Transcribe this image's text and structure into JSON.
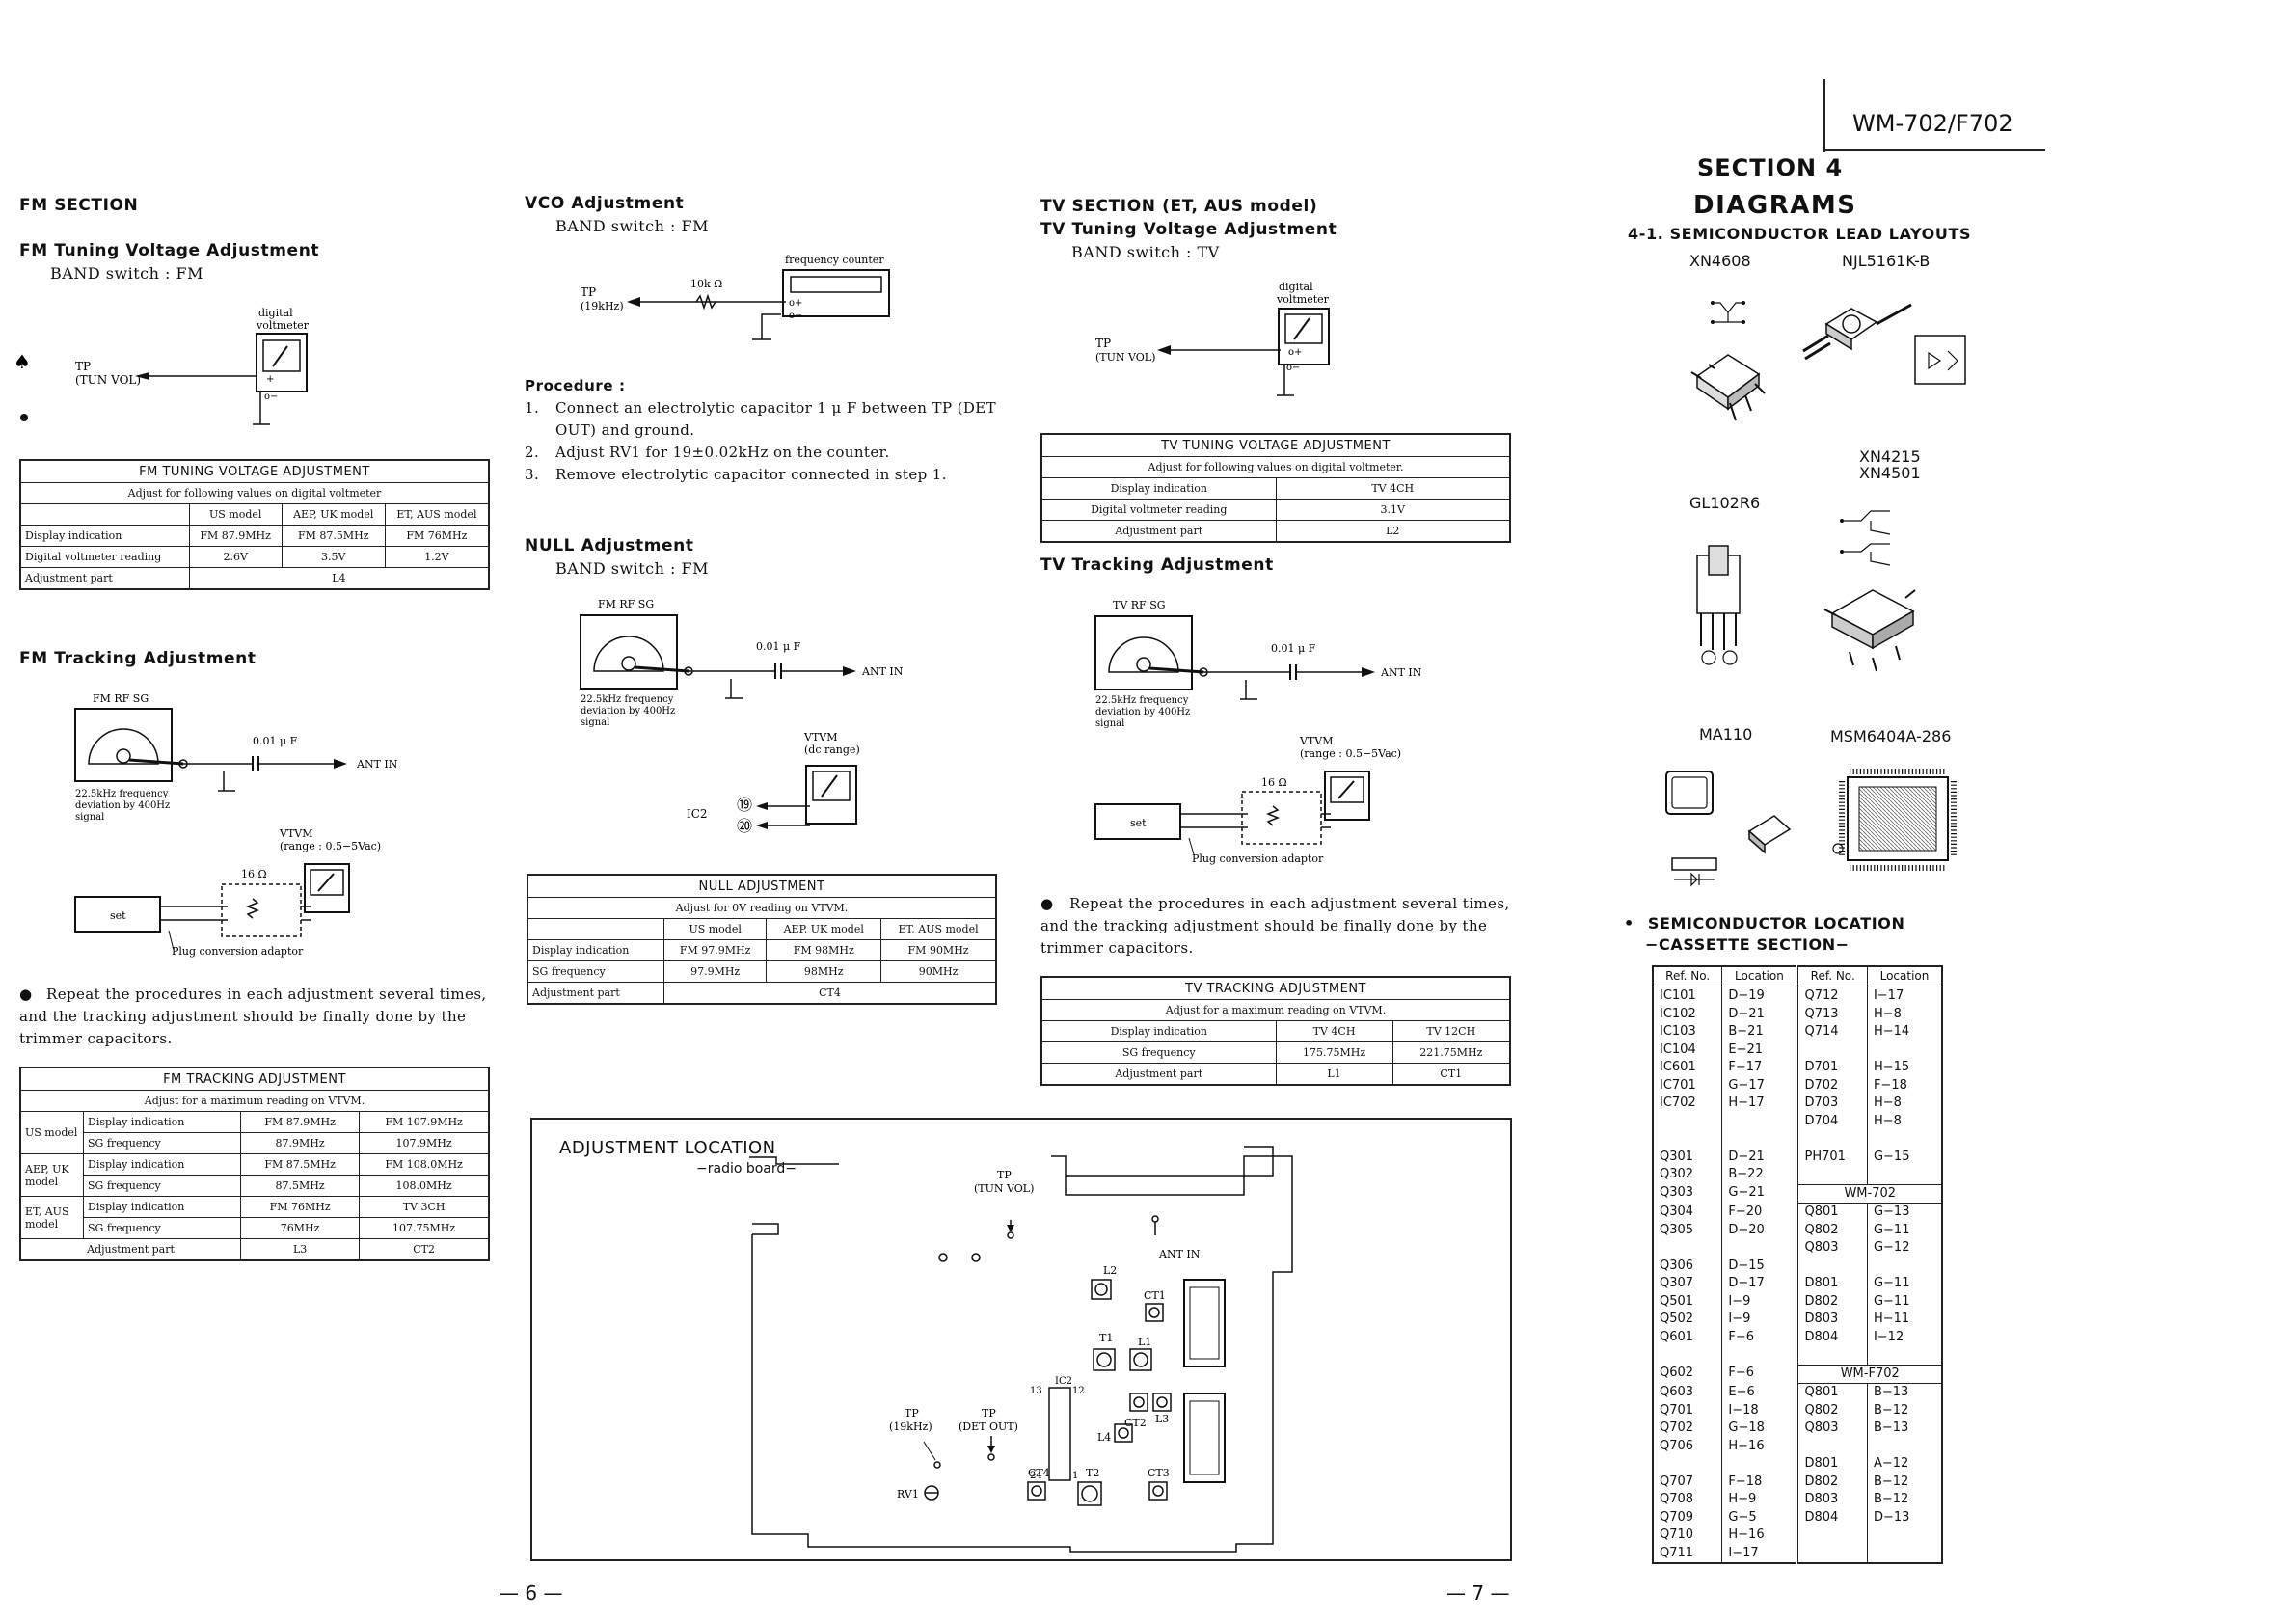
{
  "page": {
    "model": "WM-702/F702",
    "page_left": "— 6 —",
    "page_right": "— 7 —"
  },
  "fm": {
    "section": "FM SECTION",
    "tuning_title": "FM Tuning Voltage Adjustment",
    "tuning_band": "BAND switch : FM",
    "tp_label": "TP",
    "tp_sub": "(TUN VOL)",
    "meter_label_1": "digital",
    "meter_label_2": "voltmeter",
    "tuning_table": {
      "title": "FM TUNING VOLTAGE ADJUSTMENT",
      "subtitle": "Adjust for following values on digital voltmeter",
      "headers": [
        "US model",
        "AEP, UK model",
        "ET, AUS model"
      ],
      "rows": [
        [
          "Display indication",
          "FM 87.9MHz",
          "FM 87.5MHz",
          "FM 76MHz"
        ],
        [
          "Digital voltmeter reading",
          "2.6V",
          "3.5V",
          "1.2V"
        ]
      ],
      "part_label": "Adjustment part",
      "part_value": "L4"
    },
    "tracking_title": "FM Tracking Adjustment",
    "rf_sg": "FM RF SG",
    "cap": "0.01 μ F",
    "ant_in": "ANT IN",
    "sg_note_1": "22.5kHz frequency",
    "sg_note_2": "deviation by 400Hz",
    "sg_note_3": "signal",
    "vtvm": "VTVM",
    "vtvm_range": "(range : 0.5−5Vac)",
    "ohm": "16 Ω",
    "set": "set",
    "plug": "Plug conversion adaptor",
    "repeat_text": "Repeat the procedures in each adjustment several times, and the tracking adjustment should be finally done by the trimmer capacitors.",
    "tracking_table": {
      "title": "FM TRACKING ADJUSTMENT",
      "subtitle": "Adjust for a maximum reading on VTVM.",
      "groups": [
        {
          "model": "US model",
          "rows": [
            [
              "Display indication",
              "FM 87.9MHz",
              "FM 107.9MHz"
            ],
            [
              "SG frequency",
              "87.9MHz",
              "107.9MHz"
            ]
          ]
        },
        {
          "model": "AEP, UK model",
          "rows": [
            [
              "Display indication",
              "FM 87.5MHz",
              "FM 108.0MHz"
            ],
            [
              "SG frequency",
              "87.5MHz",
              "108.0MHz"
            ]
          ]
        },
        {
          "model": "ET, AUS model",
          "rows": [
            [
              "Display indication",
              "FM 76MHz",
              "TV 3CH"
            ],
            [
              "SG frequency",
              "76MHz",
              "107.75MHz"
            ]
          ]
        }
      ],
      "part_label": "Adjustment part",
      "parts": [
        "L3",
        "CT2"
      ]
    }
  },
  "vco": {
    "title": "VCO Adjustment",
    "band": "BAND switch : FM",
    "counter": "frequency counter",
    "tp": "TP",
    "tp_sub": "(19kHz)",
    "resistor": "10k Ω",
    "procedure_title": "Procedure :",
    "steps": [
      {
        "n": "1.",
        "text": "Connect an electrolytic capacitor 1 μ F between TP (DET OUT) and ground."
      },
      {
        "n": "2.",
        "text": "Adjust RV1 for 19±0.02kHz on the counter."
      },
      {
        "n": "3.",
        "text": "Remove electrolytic capacitor connected in step 1."
      }
    ]
  },
  "null": {
    "title": "NULL Adjustment",
    "band": "BAND switch : FM",
    "rf_sg": "FM RF SG",
    "cap": "0.01 μ F",
    "ant_in": "ANT IN",
    "sg_note_1": "22.5kHz frequency",
    "sg_note_2": "deviation by 400Hz",
    "sg_note_3": "signal",
    "vtvm": "VTVM",
    "vtvm_range": "(dc range)",
    "ic": "IC2",
    "pin_19": "⑲",
    "pin_20": "⑳",
    "table": {
      "title": "NULL ADJUSTMENT",
      "subtitle": "Adjust for 0V reading on VTVM.",
      "headers": [
        "US model",
        "AEP, UK model",
        "ET, AUS model"
      ],
      "rows": [
        [
          "Display indication",
          "FM 97.9MHz",
          "FM 98MHz",
          "FM 90MHz"
        ],
        [
          "SG frequency",
          "97.9MHz",
          "98MHz",
          "90MHz"
        ]
      ],
      "part_label": "Adjustment part",
      "part_value": "CT4"
    }
  },
  "tv": {
    "section": "TV SECTION (ET, AUS model)",
    "tuning_title": "TV Tuning Voltage Adjustment",
    "band": "BAND switch : TV",
    "meter_label_1": "digital",
    "meter_label_2": "voltmeter",
    "tp": "TP",
    "tp_sub": "(TUN VOL)",
    "tuning_table": {
      "title": "TV TUNING VOLTAGE ADJUSTMENT",
      "subtitle": "Adjust for following values on digital voltmeter.",
      "rows": [
        [
          "Display indication",
          "TV 4CH"
        ],
        [
          "Digital voltmeter reading",
          "3.1V"
        ],
        [
          "Adjustment part",
          "L2"
        ]
      ]
    },
    "tracking_title": "TV Tracking Adjustment",
    "rf_sg": "TV RF SG",
    "cap": "0.01 μ F",
    "ant_in": "ANT IN",
    "sg_note_1": "22.5kHz frequency",
    "sg_note_2": "deviation by 400Hz",
    "sg_note_3": "signal",
    "vtvm": "VTVM",
    "vtvm_range": "(range : 0.5−5Vac)",
    "ohm": "16 Ω",
    "set": "set",
    "plug": "Plug conversion adaptor",
    "repeat_text": "Repeat the procedures in each adjustment several times, and the tracking adjustment should be finally done by the trimmer capacitors.",
    "tracking_table": {
      "title": "TV TRACKING ADJUSTMENT",
      "subtitle": "Adjust for a maximum reading on VTVM.",
      "rows": [
        [
          "Display indication",
          "TV 4CH",
          "TV 12CH"
        ],
        [
          "SG frequency",
          "175.75MHz",
          "221.75MHz"
        ],
        [
          "Adjustment part",
          "L1",
          "CT1"
        ]
      ]
    }
  },
  "location": {
    "title": "ADJUSTMENT LOCATION",
    "subtitle": "−radio board−",
    "tp_tun": "TP",
    "tp_tun_sub": "(TUN VOL)",
    "ant_in": "ANT IN",
    "l2": "L2",
    "ct1": "CT1",
    "t1": "T1",
    "l1": "L1",
    "ic2": "IC2",
    "pin13": "13",
    "pin12": "12",
    "pin24": "24",
    "pin1": "1",
    "ct2": "CT2",
    "l3": "L3",
    "l4": "L4",
    "tp19": "TP",
    "tp19_sub": "(19kHz)",
    "tpdet": "TP",
    "tpdet_sub": "(DET OUT)",
    "rv1": "RV1",
    "ct4": "CT4",
    "t2": "T2",
    "ct3": "CT3"
  },
  "diagrams": {
    "section": "SECTION 4",
    "title": "DIAGRAMS",
    "sub_num": "4-1.",
    "sub_title": "SEMICONDUCTOR LEAD LAYOUTS",
    "parts": [
      "XN4608",
      "NJL5161K-B",
      "XN4215",
      "XN4501",
      "GL102R6",
      "MA110",
      "MSM6404A-286"
    ],
    "loc_bullet": "•",
    "loc_title": "SEMICONDUCTOR LOCATION",
    "loc_sub": "−CASSETTE SECTION−",
    "headers": [
      "Ref. No.",
      "Location",
      "Ref. No.",
      "Location"
    ],
    "left_col": [
      [
        "IC101",
        "D−19"
      ],
      [
        "IC102",
        "D−21"
      ],
      [
        "IC103",
        "B−21"
      ],
      [
        "IC104",
        "E−21"
      ],
      [
        "IC601",
        "F−17"
      ],
      [
        "IC701",
        "G−17"
      ],
      [
        "IC702",
        "H−17"
      ],
      [
        "",
        ""
      ],
      [
        "",
        ""
      ],
      [
        "Q301",
        "D−21"
      ],
      [
        "Q302",
        "B−22"
      ],
      [
        "Q303",
        "G−21"
      ],
      [
        "Q304",
        "F−20"
      ],
      [
        "Q305",
        "D−20"
      ],
      [
        "",
        ""
      ],
      [
        "Q306",
        "D−15"
      ],
      [
        "Q307",
        "D−17"
      ],
      [
        "Q501",
        "I−9"
      ],
      [
        "Q502",
        "I−9"
      ],
      [
        "Q601",
        "F−6"
      ],
      [
        "",
        ""
      ],
      [
        "Q602",
        "F−6"
      ],
      [
        "Q603",
        "E−6"
      ],
      [
        "Q701",
        "I−18"
      ],
      [
        "Q702",
        "G−18"
      ],
      [
        "Q706",
        "H−16"
      ],
      [
        "",
        ""
      ],
      [
        "Q707",
        "F−18"
      ],
      [
        "Q708",
        "H−9"
      ],
      [
        "Q709",
        "G−5"
      ],
      [
        "Q710",
        "H−16"
      ],
      [
        "Q711",
        "I−17"
      ]
    ],
    "right_col": [
      [
        "Q712",
        "I−17"
      ],
      [
        "Q713",
        "H−8"
      ],
      [
        "Q714",
        "H−14"
      ],
      [
        "",
        ""
      ],
      [
        "D701",
        "H−15"
      ],
      [
        "D702",
        "F−18"
      ],
      [
        "D703",
        "H−8"
      ],
      [
        "D704",
        "H−8"
      ],
      [
        "",
        ""
      ],
      [
        "PH701",
        "G−15"
      ],
      [
        "",
        ""
      ],
      [
        "WM-702",
        ""
      ],
      [
        "Q801",
        "G−13"
      ],
      [
        "Q802",
        "G−11"
      ],
      [
        "Q803",
        "G−12"
      ],
      [
        "",
        ""
      ],
      [
        "D801",
        "G−11"
      ],
      [
        "D802",
        "G−11"
      ],
      [
        "D803",
        "H−11"
      ],
      [
        "D804",
        "I−12"
      ],
      [
        "",
        ""
      ],
      [
        "WM-F702",
        ""
      ],
      [
        "Q801",
        "B−13"
      ],
      [
        "Q802",
        "B−12"
      ],
      [
        "Q803",
        "B−13"
      ],
      [
        "",
        ""
      ],
      [
        "D801",
        "A−12"
      ],
      [
        "D802",
        "B−12"
      ],
      [
        "D803",
        "B−12"
      ],
      [
        "D804",
        "D−13"
      ]
    ]
  }
}
